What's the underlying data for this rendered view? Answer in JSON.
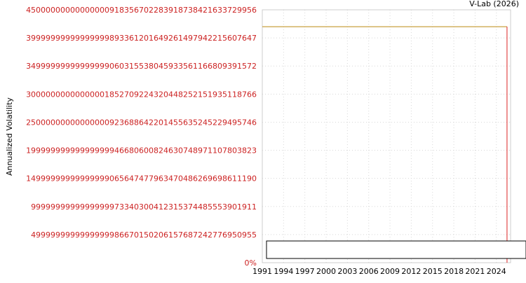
{
  "chart_data": {
    "type": "line",
    "title": "",
    "credit": "V-Lab (2026)",
    "xlabel": "",
    "ylabel": "Annualized Volatility",
    "x_tick_labels": [
      "1991",
      "1994",
      "1997",
      "2000",
      "2003",
      "2006",
      "2009",
      "2012",
      "2015",
      "2018",
      "2021",
      "2024"
    ],
    "xlim": [
      1991,
      2026
    ],
    "y_tick_labels": [
      "0%",
      "4999999999999999986670150206157687242776950955",
      "9999999999999999973340300412315374485553901911",
      "14999999999999999065647477963470486269698611190",
      "19999999999999999946680600824630748971107803823",
      "25000000000000000923688642201455635245229495746",
      "30000000000000001852709224320448252151935118766",
      "34999999999999999060315538045933561166809391572",
      "39999999999999999893361201649261497942215607647",
      "45000000000000000918356702283918738421633729956"
    ],
    "ylim": [
      0,
      4.5e+46
    ],
    "grid": true,
    "series": [
      {
        "color": "#c8a040",
        "x": [
          1991,
          2025.5
        ],
        "y": [
          4.2e+46,
          4.2e+46
        ]
      }
    ],
    "colors": {
      "series": "#c8a040",
      "tick_labels": "#cc2222",
      "drop_line": "#dd2222"
    },
    "legend_box": {
      "visible": true,
      "entries": []
    }
  }
}
